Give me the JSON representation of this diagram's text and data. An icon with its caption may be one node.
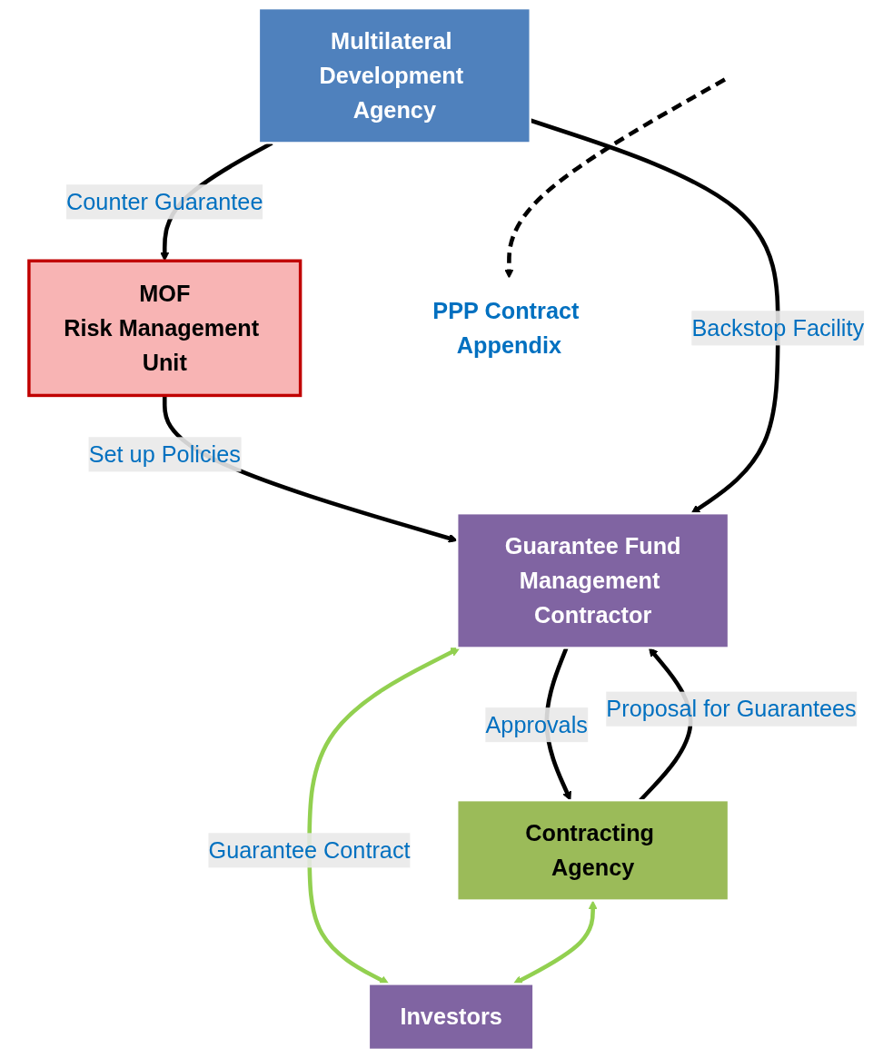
{
  "diagram": {
    "nodes": [
      {
        "text": [
          "MOF",
          "Risk Management Unit"
        ]
      },
      {
        "text": [
          "Guarantee Fund",
          "Management Contractor"
        ]
      },
      {
        "text": [
          "Contracting Agency"
        ]
      },
      {
        "text": [
          "Investors"
        ]
      },
      {
        "text": [
          "Multilateral Development Agency"
        ]
      },
      {
        "text": [
          "PPP Contract Appendix"
        ]
      }
    ],
    "edges": [
      {
        "from": 0,
        "to": 1,
        "arrow": "to",
        "label": "Set up Policies"
      },
      {
        "from": 2,
        "to": 1,
        "arrow": "to",
        "label": "Proposal for Guarantees"
      },
      {
        "from": 1,
        "to": 2,
        "arrow": "to",
        "label": "Approvals"
      },
      {
        "from": 1,
        "to": 3,
        "arrow": "both",
        "label": "Guarantee Contract",
        "color": "#92d050"
      },
      {
        "from": null,
        "to": 5,
        "arrow": "to",
        "style": "dashed"
      },
      {
        "from": 2,
        "to": 3,
        "arrow": "both",
        "color": "#92d050"
      },
      {
        "from": 4,
        "to": 1,
        "arrow": "to",
        "label": "Backstop Facility"
      },
      {
        "from": 4,
        "to": 0,
        "arrow": "to",
        "label": "Counter Guarantee"
      }
    ]
  }
}
